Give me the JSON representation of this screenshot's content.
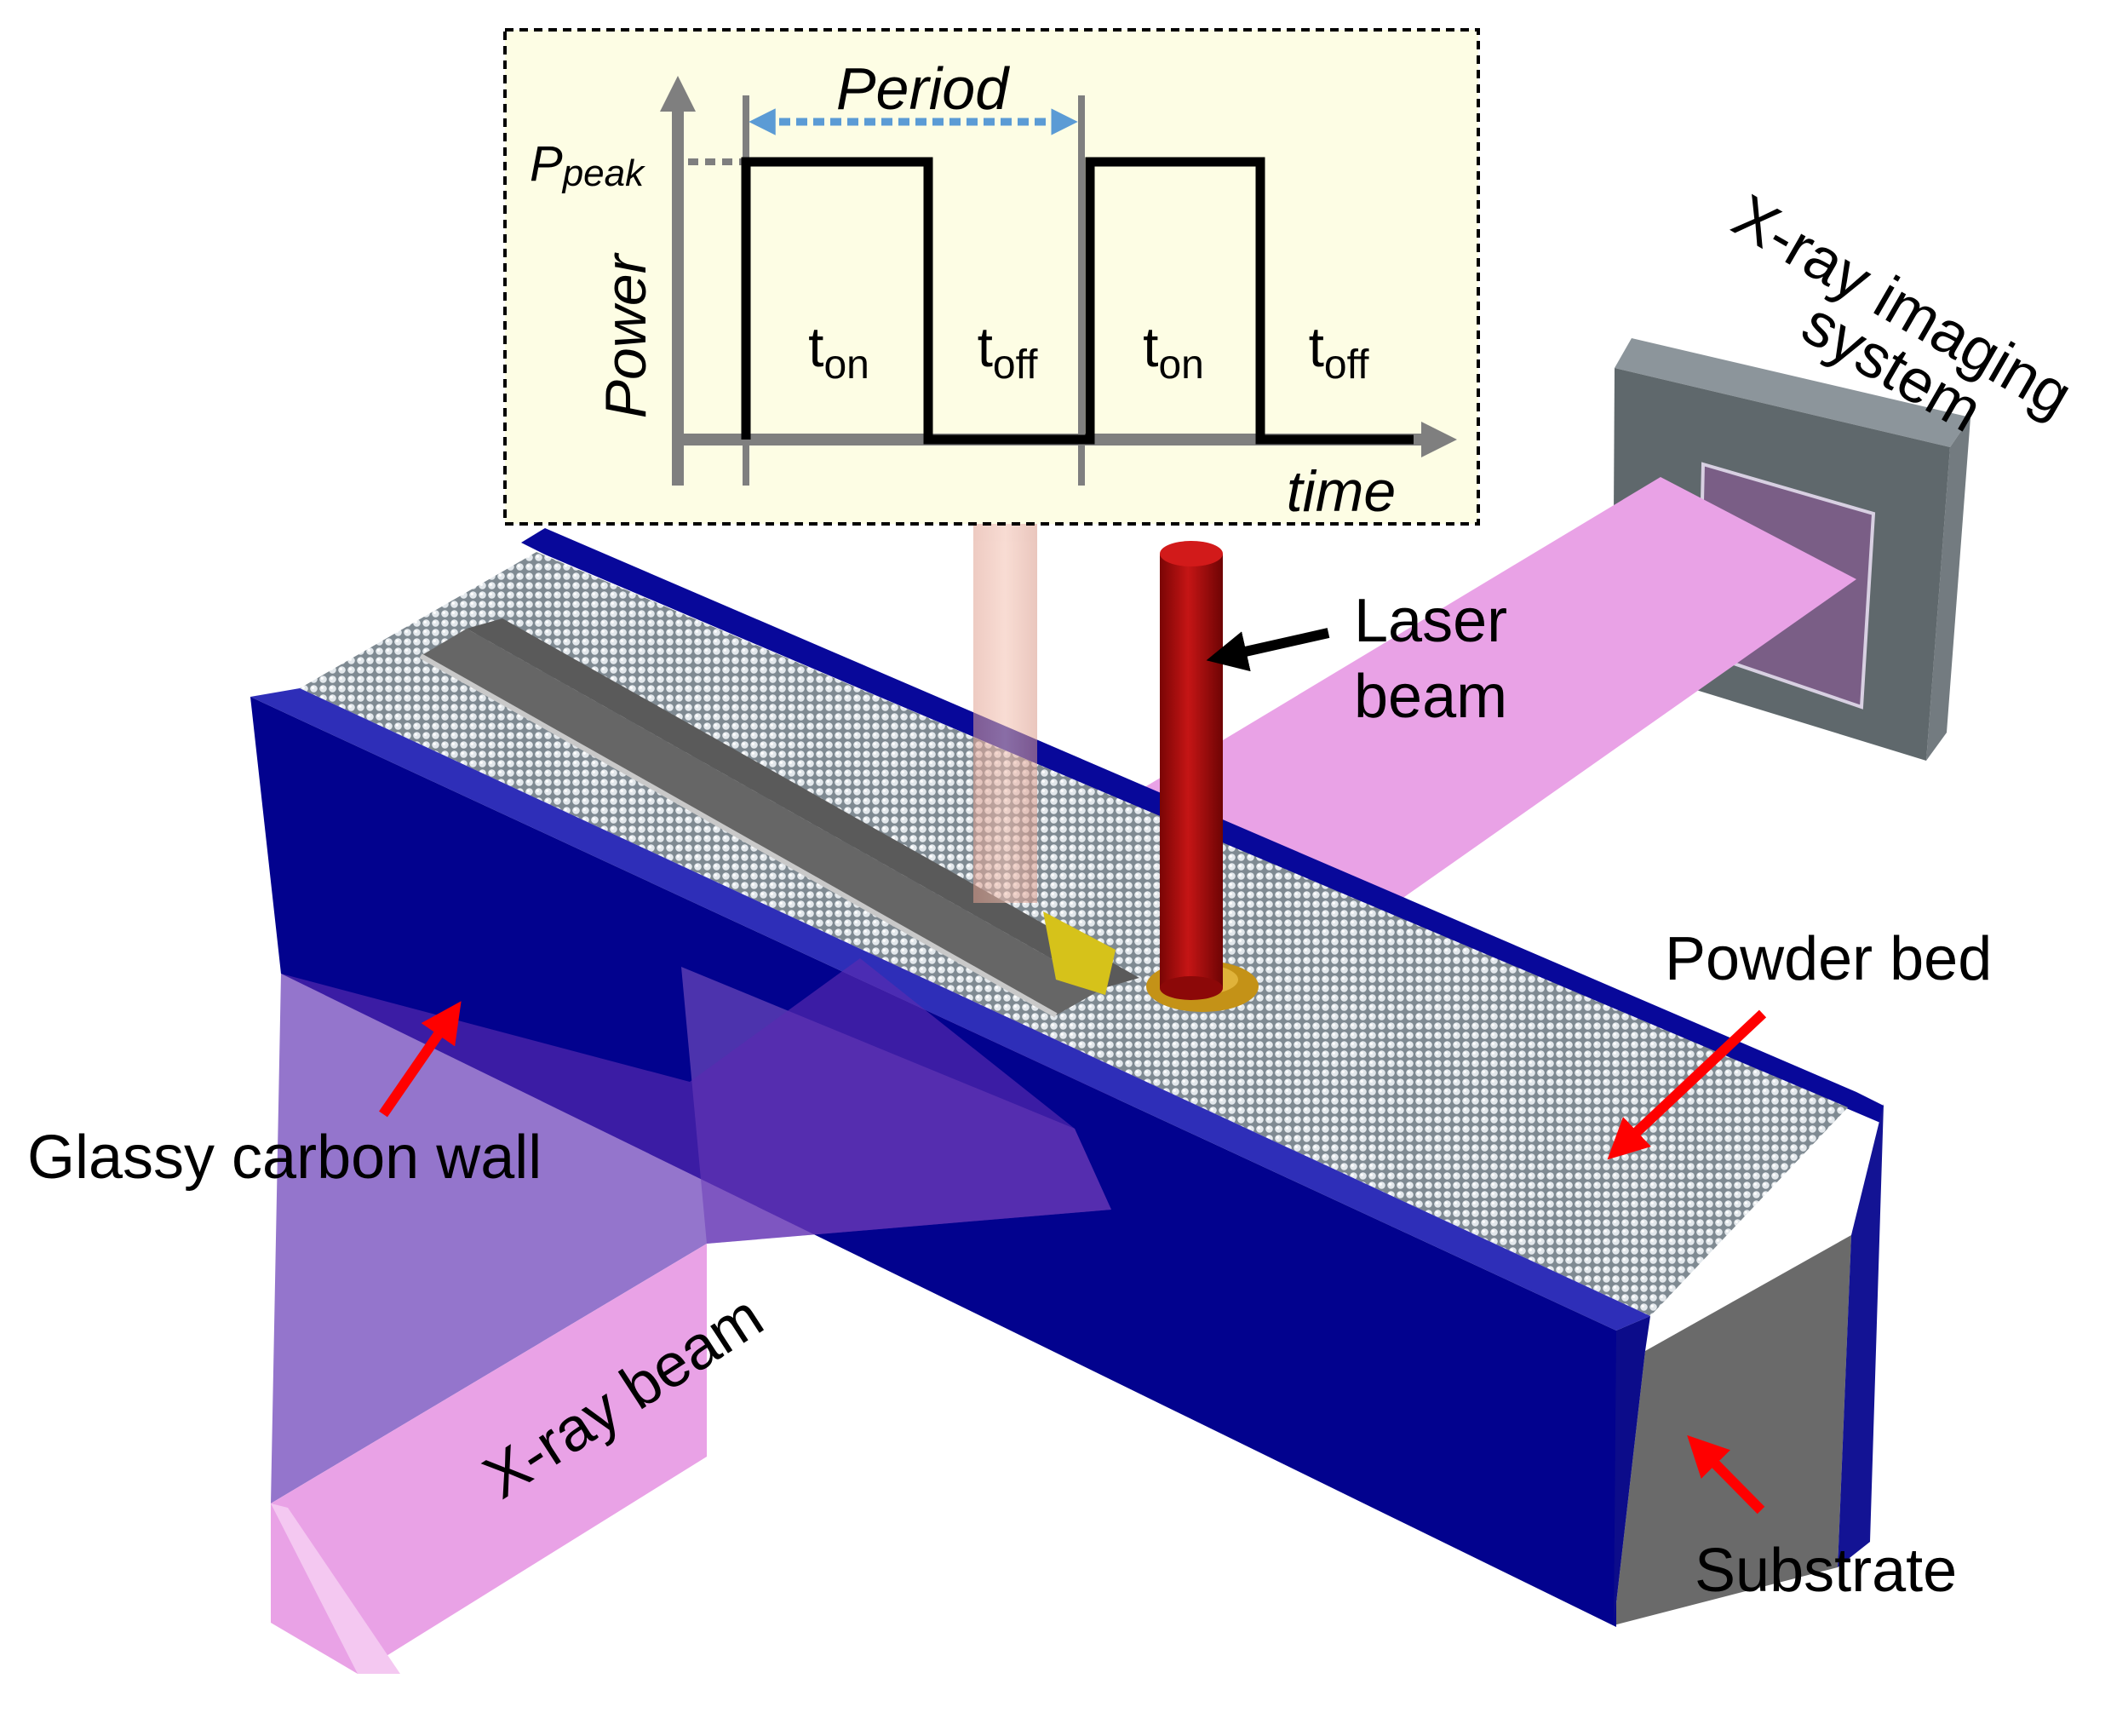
{
  "inset": {
    "period_label": "Period",
    "p_peak_main": "P",
    "p_peak_sub": "peak",
    "power_axis_label": "Power",
    "time_axis_label": "time",
    "pulses": [
      {
        "main": "t",
        "sub": "on"
      },
      {
        "main": "t",
        "sub": "off"
      },
      {
        "main": "t",
        "sub": "on"
      },
      {
        "main": "t",
        "sub": "off"
      }
    ]
  },
  "labels": {
    "xray_imaging_line1": "X-ray imaging",
    "xray_imaging_line2": "system",
    "laser_line1": "Laser",
    "laser_line2": "beam",
    "powder_bed": "Powder bed",
    "glassy_carbon": "Glassy carbon wall",
    "xray_beam": "X-ray beam",
    "substrate": "Substrate"
  },
  "colors": {
    "inset_bg": "#fdfde4",
    "wall_blue": "#02028e",
    "xray_pink": "#e9a2e6",
    "laser_red": "#b00b0b",
    "period_arrow": "#5b9bd5",
    "annotation_arrow": "#ff0000"
  }
}
